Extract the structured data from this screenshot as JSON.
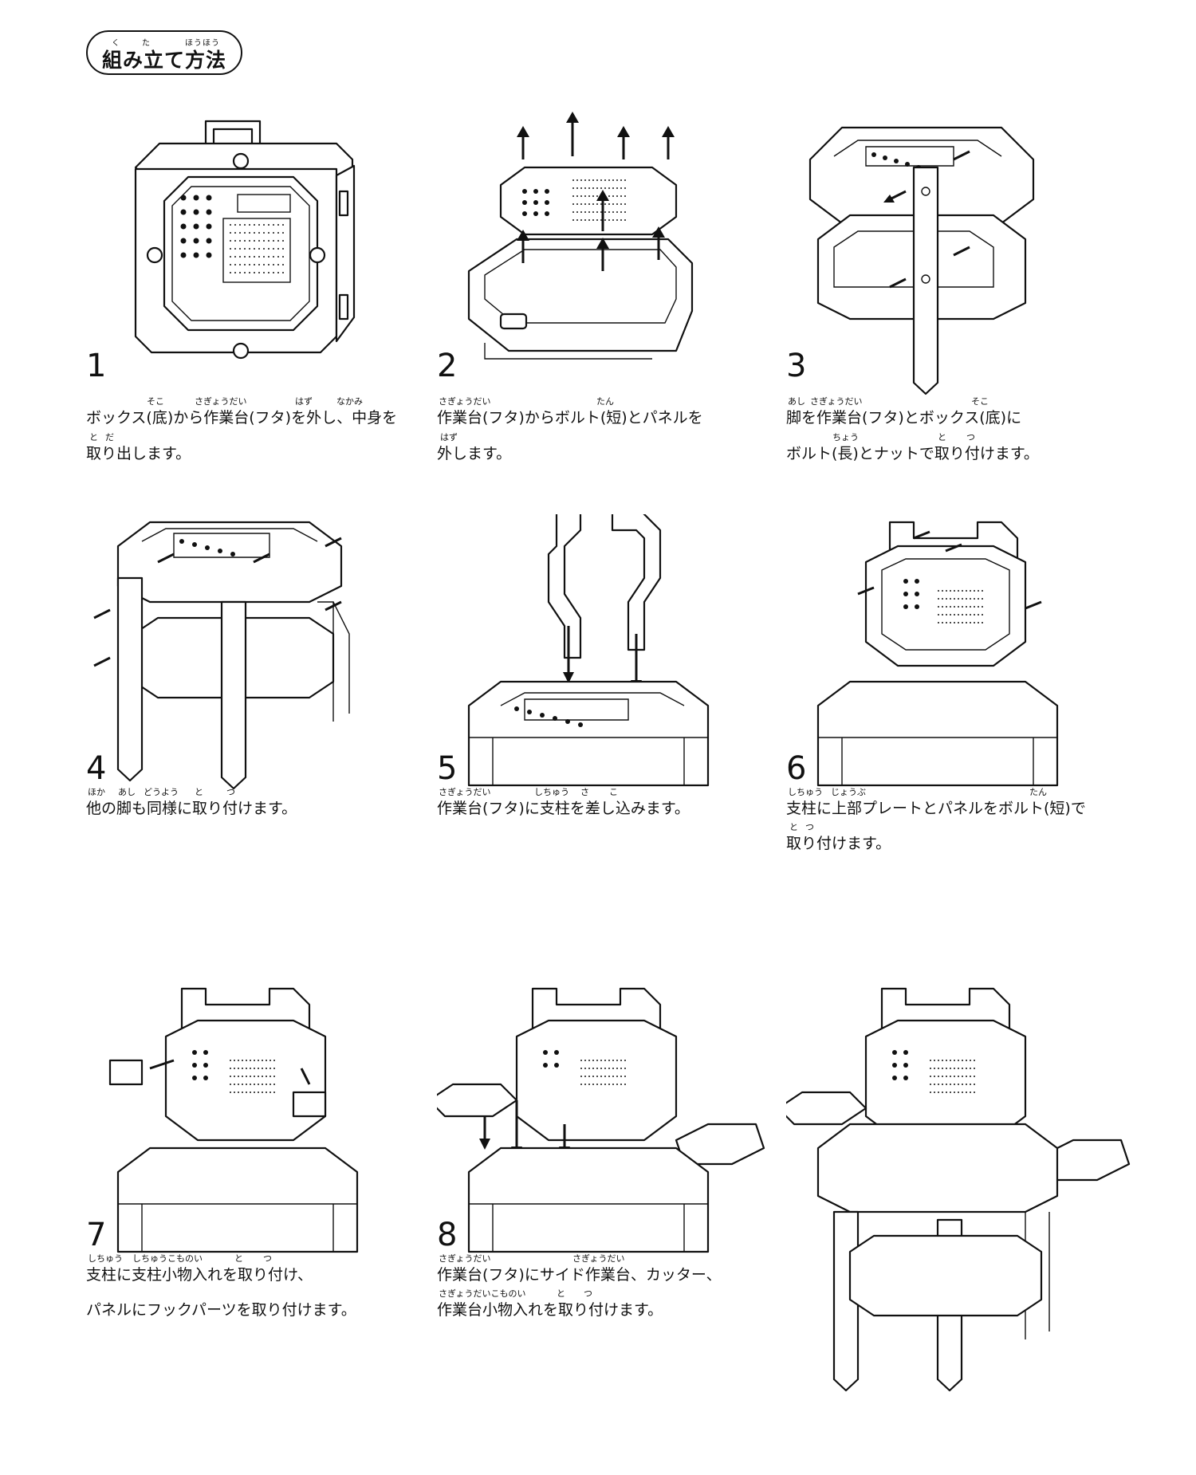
{
  "header": {
    "title": "組み立て方法",
    "ruby": [
      "く",
      "た",
      "ほうほう"
    ]
  },
  "steps": [
    {
      "num": "1",
      "lines": [
        {
          "ruby": [
            "そこ",
            "さぎょうだい",
            "はず",
            "なかみ"
          ],
          "text": "ボックス(底)から作業台(フタ)を外し、中身を"
        },
        {
          "ruby": [
            "と",
            "だ"
          ],
          "text": "取り出します。"
        }
      ]
    },
    {
      "num": "2",
      "lines": [
        {
          "ruby": [
            "さぎょうだい",
            "たん"
          ],
          "text": "作業台(フタ)からボルト(短)とパネルを"
        },
        {
          "ruby": [
            "はず"
          ],
          "text": "外します。"
        }
      ]
    },
    {
      "num": "3",
      "lines": [
        {
          "ruby": [
            "あし",
            "さぎょうだい",
            "そこ"
          ],
          "text": "脚を作業台(フタ)とボックス(底)に"
        },
        {
          "ruby": [
            "ちょう",
            "と",
            "つ"
          ],
          "text": "ボルト(長)とナットで取り付けます。"
        }
      ]
    },
    {
      "num": "4",
      "lines": [
        {
          "ruby": [
            "ほか",
            "あし",
            "どうよう",
            "と",
            "つ"
          ],
          "text": "他の脚も同様に取り付けます。"
        }
      ]
    },
    {
      "num": "5",
      "lines": [
        {
          "ruby": [
            "さぎょうだい",
            "しちゅう",
            "さ",
            "こ"
          ],
          "text": "作業台(フタ)に支柱を差し込みます。"
        }
      ]
    },
    {
      "num": "6",
      "lines": [
        {
          "ruby": [
            "しちゅう",
            "じょうぶ",
            "たん"
          ],
          "text": "支柱に上部プレートとパネルをボルト(短)で"
        },
        {
          "ruby": [
            "と",
            "つ"
          ],
          "text": "取り付けます。"
        }
      ]
    },
    {
      "num": "7",
      "lines": [
        {
          "ruby": [
            "しちゅう",
            "しちゅうこものい",
            "と",
            "つ"
          ],
          "text": "支柱に支柱小物入れを取り付け、"
        },
        {
          "ruby": [],
          "text": "パネルにフックパーツを取り付けます。"
        }
      ]
    },
    {
      "num": "8",
      "lines": [
        {
          "ruby": [
            "さぎょうだい",
            "さぎょうだい"
          ],
          "text": "作業台(フタ)にサイド作業台、カッター、"
        },
        {
          "ruby": [
            "さぎょうだいこものい",
            "と",
            "つ"
          ],
          "text": "作業台小物入れを取り付けます。"
        }
      ]
    }
  ]
}
